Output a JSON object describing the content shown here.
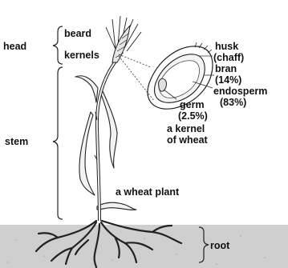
{
  "labels": {
    "head": "head",
    "beard": "beard",
    "kernels": "kernels",
    "stem": "stem",
    "root": "root",
    "husk": "husk",
    "chaff": "(chaff)",
    "bran": "bran",
    "bran_pct": "(14%)",
    "endosperm": "endosperm",
    "endosperm_pct": "(83%)",
    "germ": "germ",
    "germ_pct": "(2.5%)",
    "kernel_caption_1": "a kernel",
    "kernel_caption_2": "of wheat",
    "plant_caption": "a wheat plant"
  },
  "colors": {
    "soil": "#cfcfcf",
    "line": "#222222",
    "plant_fill": "#f2f2f2",
    "kernel_fill": "#f4f4f4"
  }
}
